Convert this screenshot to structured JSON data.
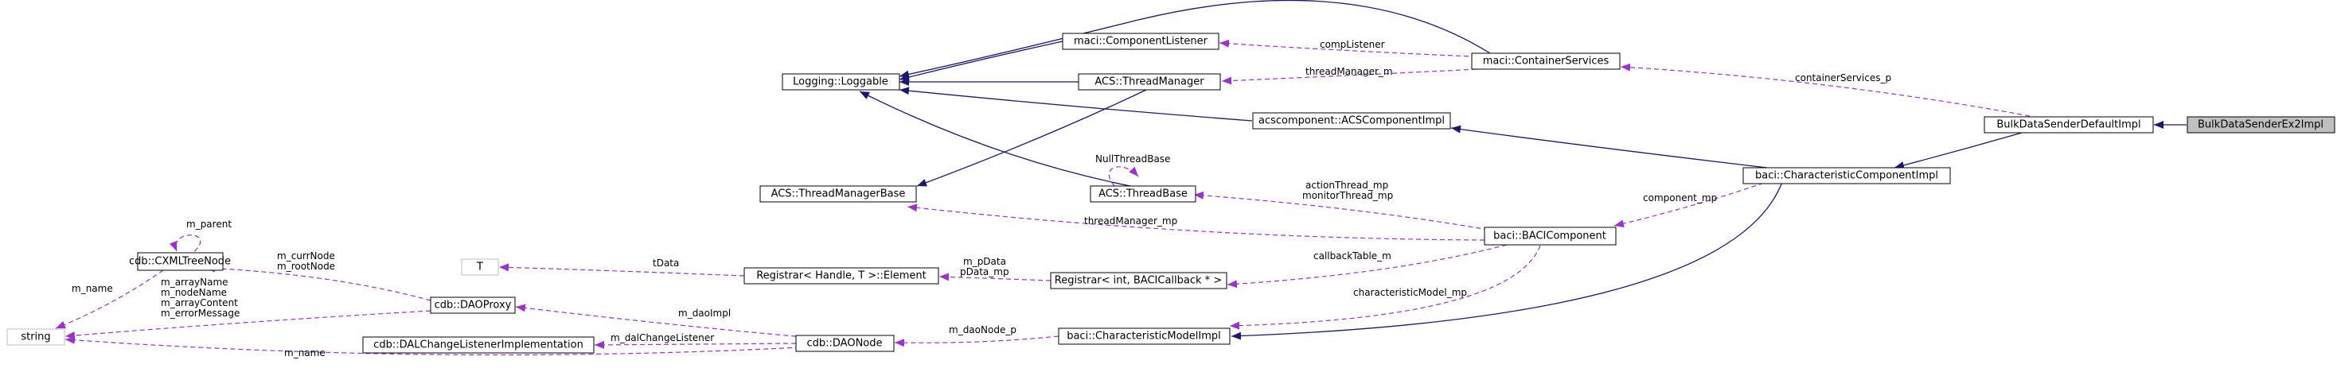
{
  "colors": {
    "inheritance": "#191970",
    "usage": "#9a32cd",
    "focus_fill": "#bfbfbf"
  },
  "nodes": {
    "bulk_ex2": "BulkDataSenderEx2Impl",
    "bulk_default": "BulkDataSenderDefaultImpl",
    "char_component": "baci::CharacteristicComponentImpl",
    "container_services": "maci::ContainerServices",
    "acs_component": "acscomponent::ACSComponentImpl",
    "baci_component": "baci::BACIComponent",
    "char_model": "baci::CharacteristicModelImpl",
    "component_listener": "maci::ComponentListener",
    "thread_manager": "ACS::ThreadManager",
    "loggable": "Logging::Loggable",
    "thread_base": "ACS::ThreadBase",
    "thread_manager_base": "ACS::ThreadManagerBase",
    "registrar_int": "Registrar< int, BACICallback * >",
    "registrar_handle": "Registrar< Handle, T >::Element",
    "t": "T",
    "dao_proxy": "cdb::DAOProxy",
    "dao_node": "cdb::DAONode",
    "dal_listener": "cdb::DALChangeListenerImplementation",
    "xml_tree_node": "cdb::CXMLTreeNode",
    "string": "string"
  },
  "labels": {
    "container_services_p": "containerServices_p",
    "comp_listener": "compListener",
    "thread_manager_m": "threadManager_m",
    "null_thread_base": "NullThreadBase",
    "action_thread": "actionThread_mp",
    "monitor_thread": "monitorThread_mp",
    "component_mp": "component_mp",
    "thread_manager_mp": "threadManager_mp",
    "callback_table": "callbackTable_m",
    "characteristic_model": "characteristicModel_mp",
    "p_data": "m_pData",
    "p_data_mp": "pData_mp",
    "t_data": "tData",
    "dao_impl": "m_daoImpl",
    "dao_node_p": "m_daoNode_p",
    "dal_change_listener": "m_dalChangeListener",
    "m_name_string": "m_name",
    "m_name_xml": "m_name",
    "m_parent": "m_parent",
    "curr_node": "m_currNode",
    "root_node": "m_rootNode",
    "array_name": "m_arrayName",
    "node_name": "m_nodeName",
    "array_content": "m_arrayContent",
    "error_message": "m_errorMessage"
  }
}
